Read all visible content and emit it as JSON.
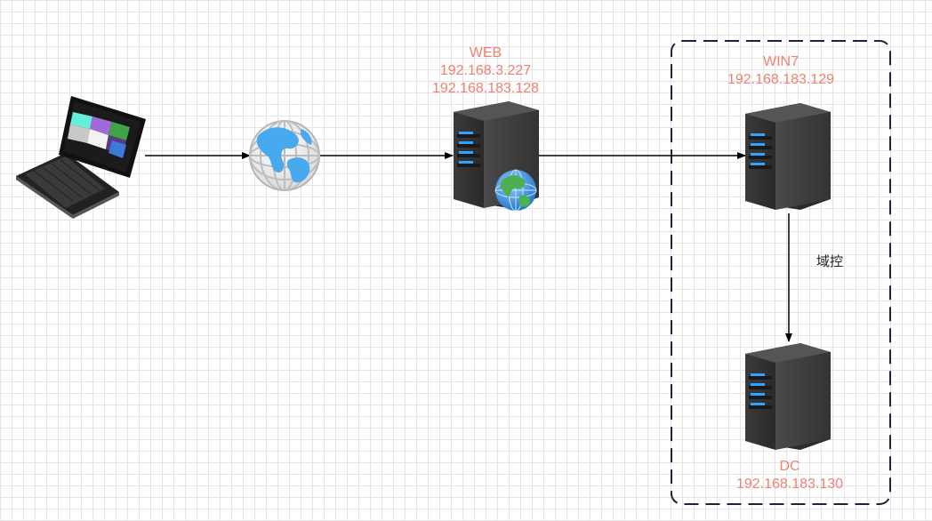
{
  "colors": {
    "label": "#f08070",
    "edge_label": "#222222",
    "boundary": "#1a2440",
    "arrow": "#000000"
  },
  "nodes": {
    "laptop": {
      "icon": "laptop-icon"
    },
    "internet": {
      "icon": "globe-icon"
    },
    "web": {
      "icon": "web-server-icon",
      "name": "WEB",
      "ips": [
        "192.168.3.227",
        "192.168.183.128"
      ]
    },
    "win7": {
      "icon": "server-icon",
      "name": "WIN7",
      "ips": [
        "192.168.183.129"
      ]
    },
    "dc": {
      "icon": "server-icon",
      "name": "DC",
      "ips": [
        "192.168.183.130"
      ]
    }
  },
  "edges": [
    {
      "from": "laptop",
      "to": "internet"
    },
    {
      "from": "internet",
      "to": "web"
    },
    {
      "from": "web",
      "to": "win7"
    },
    {
      "from": "win7",
      "to": "dc",
      "label": "域控"
    }
  ]
}
